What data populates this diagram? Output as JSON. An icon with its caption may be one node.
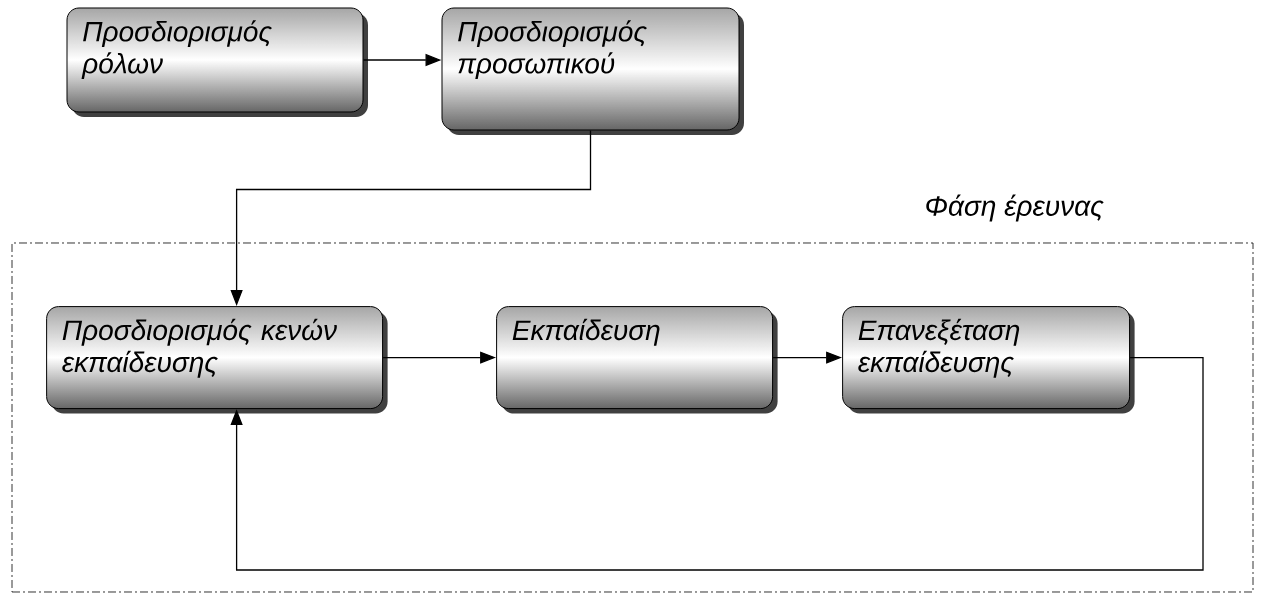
{
  "diagram": {
    "nodes": [
      {
        "text": [
          "Προσδιορισμός ρόλων"
        ]
      },
      {
        "text": [
          "Προσδιορισμός προσωπικού"
        ]
      },
      {
        "text": [
          "Φάση έρευνας"
        ]
      },
      {
        "text": [
          "Προσδιορισμός κενών εκπαίδευσης"
        ],
        "in": 2
      },
      {
        "text": [
          "Εκπαίδευση"
        ],
        "in": 2
      },
      {
        "text": [
          "Επανεξέταση εκπαίδευσης"
        ],
        "in": 2
      }
    ],
    "edges": [
      {
        "from": 0,
        "to": 1,
        "arrow": "to"
      },
      {
        "from": 1,
        "to": 3,
        "arrow": "to"
      },
      {
        "from": 3,
        "to": 4,
        "arrow": "to"
      },
      {
        "from": 4,
        "to": 5,
        "arrow": "to"
      },
      {
        "from": 5,
        "to": 3,
        "arrow": "to"
      }
    ]
  }
}
